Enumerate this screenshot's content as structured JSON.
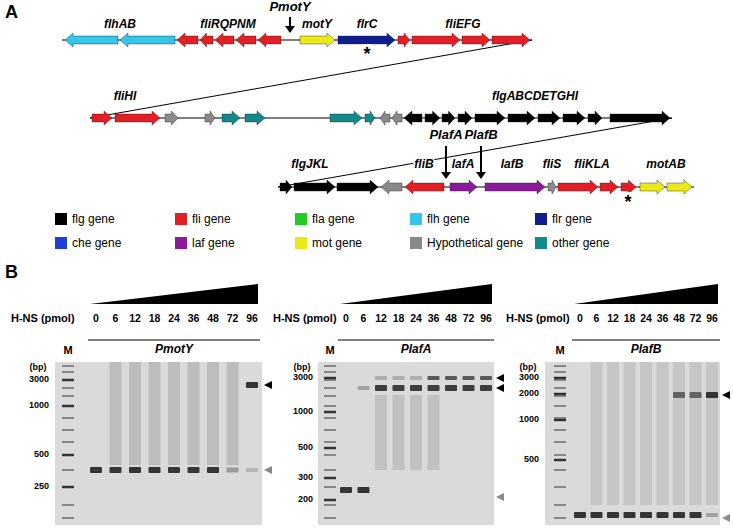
{
  "diagram": {
    "labels": [
      "A",
      "flhAB",
      "fliRQPNM",
      "PmotY",
      "motY",
      "flrC",
      "fliEFG",
      "*",
      "fliHI",
      "flgABCDETGHI",
      "PlafA",
      "PlafB",
      "flgJKL",
      "fliB",
      "lafA",
      "lafB",
      "fliS",
      "fliKLA",
      "motAB",
      "*",
      "B",
      "H-NS (pmol)",
      "0",
      "6",
      "12",
      "18",
      "24",
      "36",
      "48",
      "72",
      "96",
      "M",
      "PmotY",
      "(bp)",
      "3000",
      "1000",
      "500",
      "250",
      "H-NS (pmol)",
      "0",
      "6",
      "12",
      "18",
      "24",
      "36",
      "48",
      "72",
      "96",
      "M",
      "PlafA",
      "(bp)",
      "3000",
      "1000",
      "500",
      "300",
      "200",
      "H-NS (pmol)",
      "0",
      "6",
      "12",
      "18",
      "24",
      "36",
      "48",
      "72",
      "96",
      "M",
      "PlafB",
      "(bp)",
      "3000",
      "2000",
      "1000",
      "500"
    ],
    "legend": [
      {
        "text": "flg gene",
        "color": "#000000"
      },
      {
        "text": "fli gene",
        "color": "#e31e24"
      },
      {
        "text": "fla gene",
        "color": "#22cc22"
      },
      {
        "text": "flh gene",
        "color": "#33c6ea"
      },
      {
        "text": "flr gene",
        "color": "#101d8f"
      },
      {
        "text": "che gene",
        "color": "#1f3fd8"
      },
      {
        "text": "laf gene",
        "color": "#8b1a9b"
      },
      {
        "text": "mot gene",
        "color": "#ece81a"
      },
      {
        "text": "Hypothetical gene",
        "color": "#8a8a8a"
      },
      {
        "text": "other gene",
        "color": "#128a8a"
      }
    ]
  }
}
